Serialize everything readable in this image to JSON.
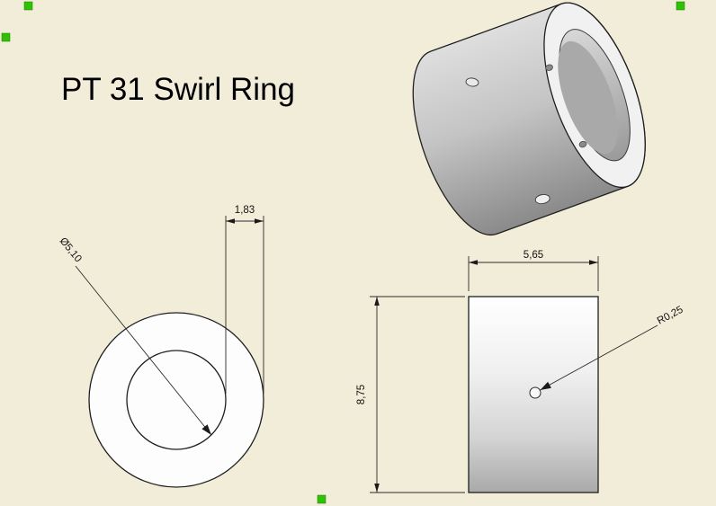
{
  "colors": {
    "sheet_background": "#f1edd9",
    "selection_handle": "#2cc300"
  },
  "title": "PT 31 Swirl Ring",
  "dimensions": {
    "bore_diameter": "Ø5,10",
    "wall_thickness": "1,83",
    "width": "5,65",
    "outer_diameter": "8,75",
    "hole_radius": "R0,25"
  }
}
